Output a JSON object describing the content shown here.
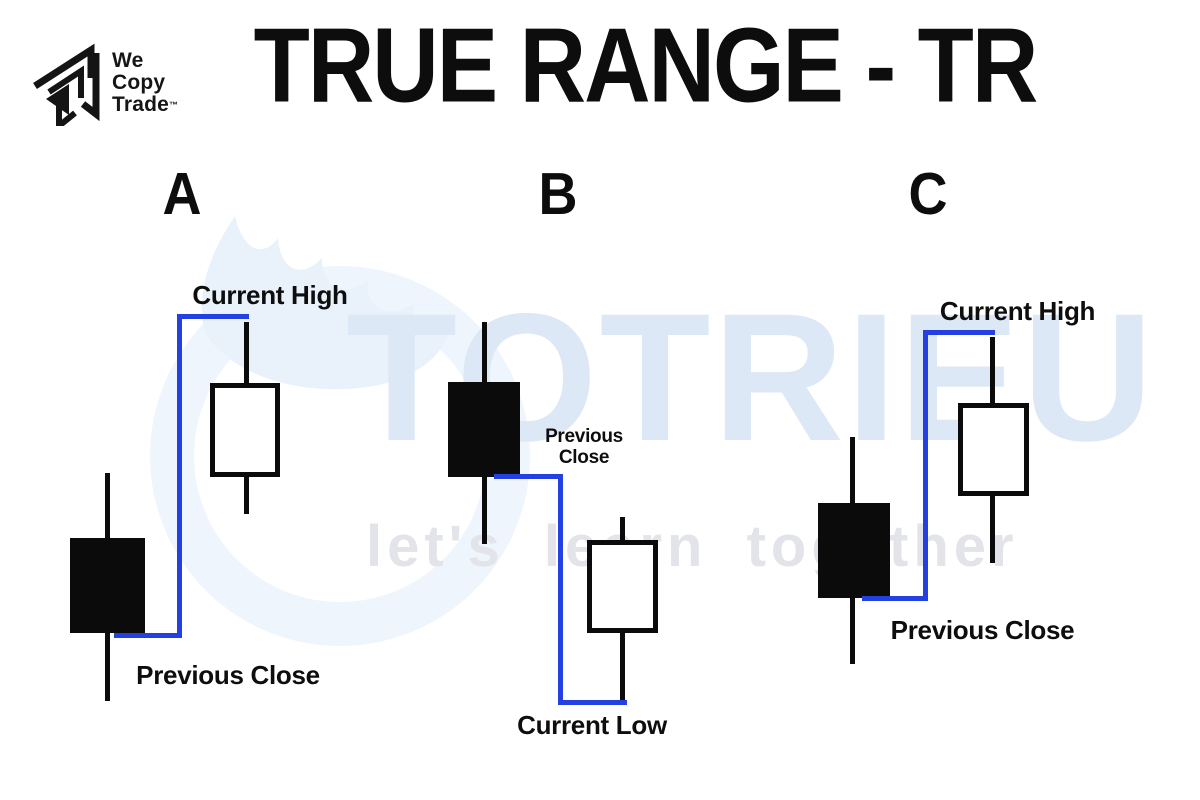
{
  "header": {
    "title": "TRUE RANGE - TR",
    "logo": {
      "line1": "We",
      "line2": "Copy",
      "line3": "Trade",
      "trademark": "™"
    }
  },
  "watermark": {
    "brand": "TOTRIEU",
    "tagline": "let's learn together"
  },
  "colors": {
    "range_line_blue": "#2440e0",
    "ink": "#0b0b0b",
    "watermark_blue": "#dde8f6",
    "watermark_gray": "#e2e4e9",
    "watermark_flame": "#e9f1fb"
  },
  "panels": [
    {
      "label": "A",
      "annotations": {
        "top": "Current High",
        "bottom": "Previous Close"
      },
      "candles": [
        {
          "fill": "black"
        },
        {
          "fill": "white"
        }
      ]
    },
    {
      "label": "B",
      "annotations": {
        "middle_line1": "Previous",
        "middle_line2": "Close",
        "bottom": "Current Low"
      },
      "candles": [
        {
          "fill": "black"
        },
        {
          "fill": "white"
        }
      ]
    },
    {
      "label": "C",
      "annotations": {
        "top": "Current High",
        "bottom": "Previous Close"
      },
      "candles": [
        {
          "fill": "black"
        },
        {
          "fill": "white"
        }
      ]
    }
  ]
}
